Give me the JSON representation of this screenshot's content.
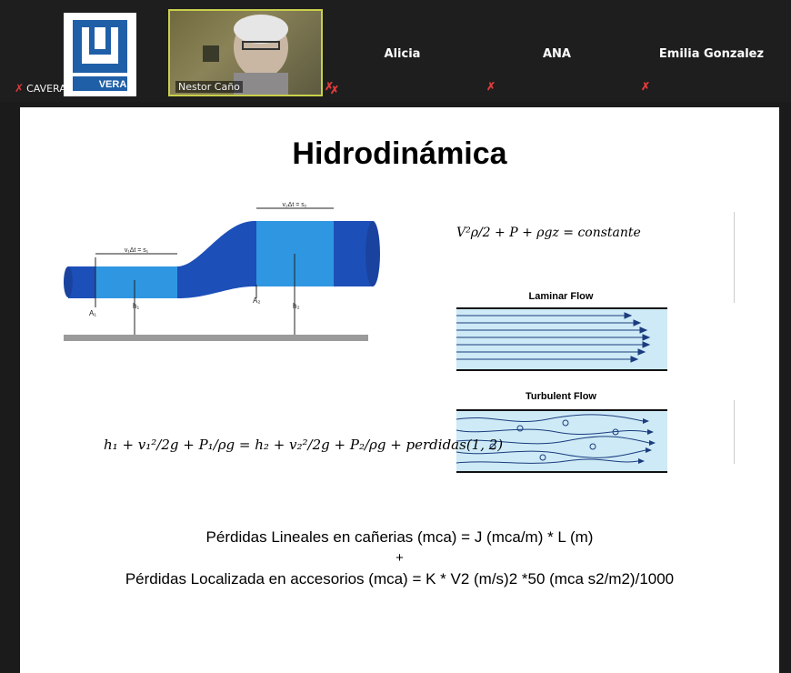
{
  "participants": {
    "tile1": {
      "label": "CAVERA",
      "logo_text": "VERA"
    },
    "tile2": {
      "label": "Nestor Caño"
    },
    "tile3": {
      "name": "Alicia"
    },
    "tile4": {
      "name": "ANA"
    },
    "tile5": {
      "name": "Emilia Gonzalez"
    }
  },
  "slide": {
    "title": "Hidrodinámica",
    "diagram_labels": {
      "top_dim": "v₂Δt = s₂",
      "left_dim": "v₁Δt = s₁",
      "a1": "A₁",
      "h1": "h₁",
      "a2": "A₂",
      "h2": "h₂"
    },
    "bernoulli_top": "V²ρ/2 + P + ρgz = constante",
    "laminar_label": "Laminar Flow",
    "turbulent_label": "Turbulent Flow",
    "bernoulli_main": "h₁ + v₁²/2g + P₁/ρg = h₂ + v₂²/2g + P₂/ρg + perdidas(1, 2)",
    "formula_line1": "Pérdidas Lineales en cañerias (mca) = J (mca/m) * L (m)",
    "formula_plus": "+",
    "formula_line2": "Pérdidas Localizada en accesorios (mca) = K * V2 (m/s)2 *50 (mca s2/m2)/1000"
  }
}
